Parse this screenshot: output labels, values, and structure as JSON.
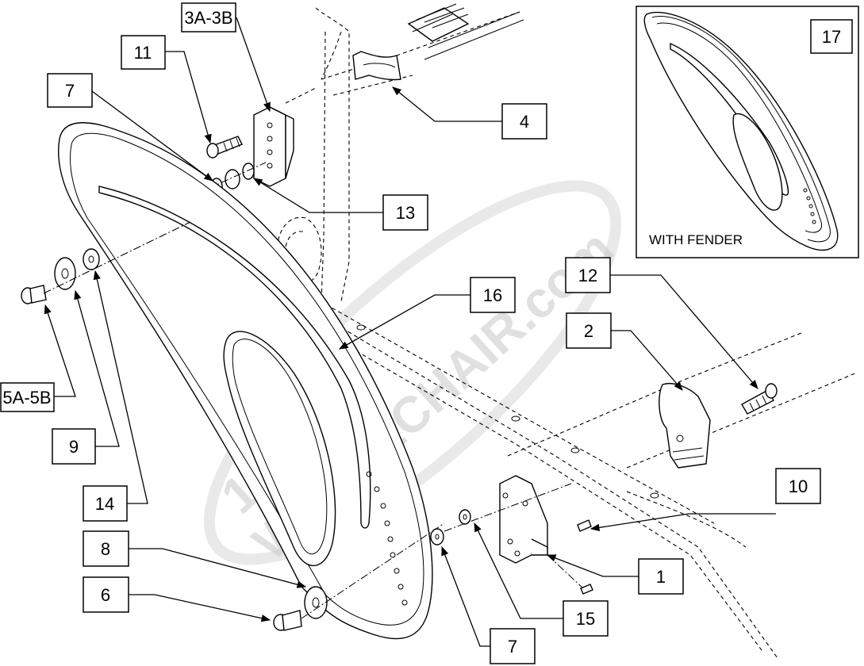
{
  "watermark": {
    "line1": "1-800",
    "line2": "WHEELCHAIR.com"
  },
  "inset": {
    "caption": "WITH FENDER",
    "callout": "17"
  },
  "callouts": [
    {
      "id": "3A-3B"
    },
    {
      "id": "11"
    },
    {
      "id": "7"
    },
    {
      "id": "4"
    },
    {
      "id": "13"
    },
    {
      "id": "12"
    },
    {
      "id": "16"
    },
    {
      "id": "2"
    },
    {
      "id": "5A-5B"
    },
    {
      "id": "9"
    },
    {
      "id": "10"
    },
    {
      "id": "14"
    },
    {
      "id": "1"
    },
    {
      "id": "8"
    },
    {
      "id": "6"
    },
    {
      "id": "15"
    },
    {
      "id": "7"
    }
  ],
  "colors": {
    "ink": "#000000",
    "paper": "#ffffff",
    "watermark": "#c8c8c8"
  }
}
